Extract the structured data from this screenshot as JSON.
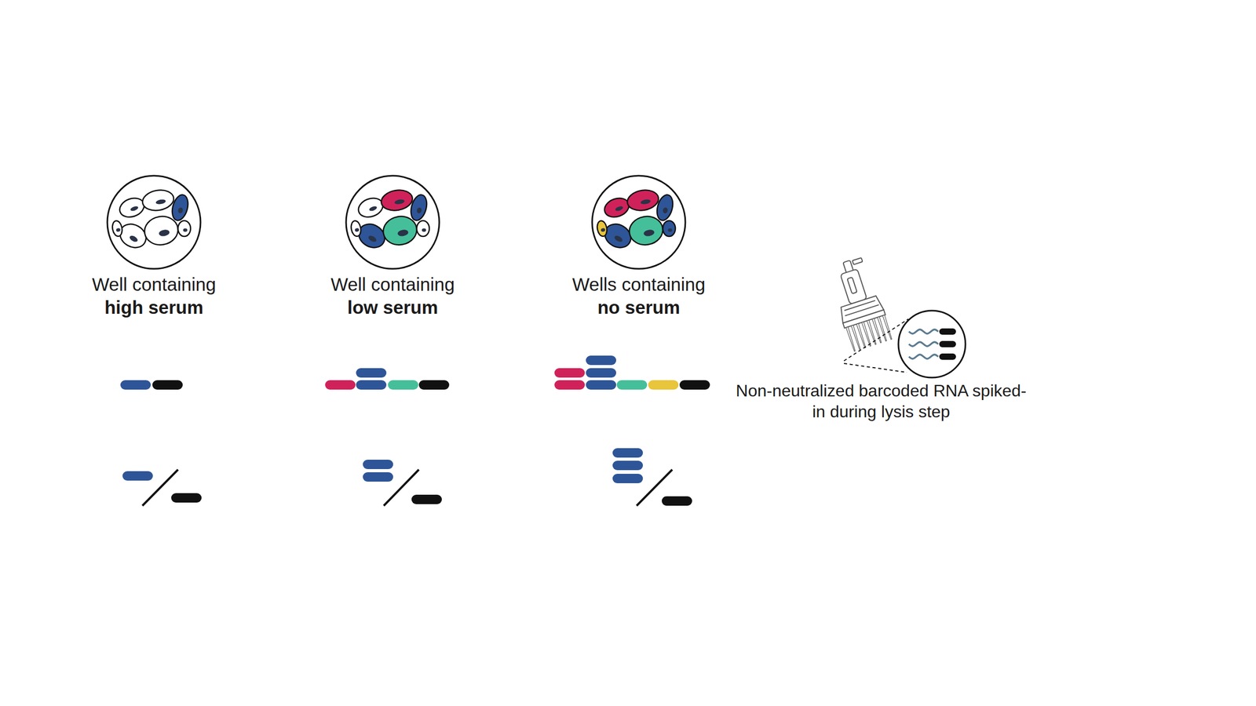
{
  "diagram": {
    "nodes": [
      {
        "text": [
          "Well containing",
          "high serum"
        ]
      },
      {
        "text": [
          "Well containing",
          "low serum"
        ]
      },
      {
        "text": [
          "Wells containing",
          "no serum"
        ]
      },
      {
        "text": [
          "Non-neutralized barcoded RNA spiked-in during lysis step"
        ]
      }
    ]
  }
}
